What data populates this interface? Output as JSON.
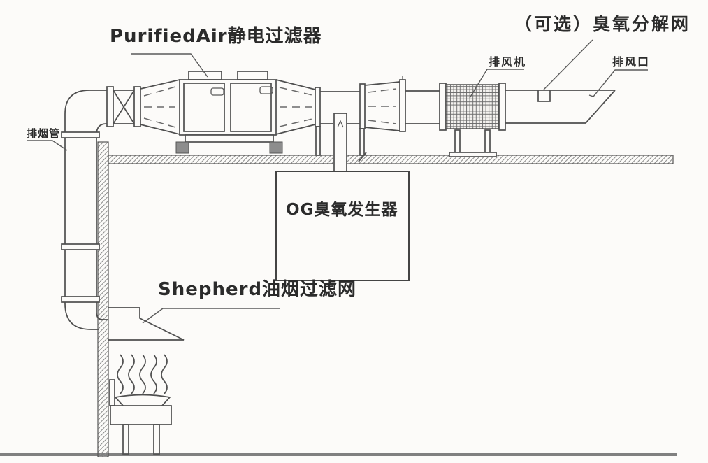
{
  "diagram": {
    "colors": {
      "line": "#4f4f4f",
      "text": "#2b2b2b",
      "background": "#fcfbf9",
      "hatch": "#8f8f8f",
      "floor": "#808080"
    },
    "labels": {
      "electrostatic_filter": "PurifiedAir静电过滤器",
      "optional_ozone_net": "（可选）臭氧分解网",
      "exhaust_fan": "排风机",
      "exhaust_outlet": "排风口",
      "smoke_duct": "排烟管",
      "ozone_generator": "OG臭氧发生器",
      "grease_filter": "Shepherd油烟过滤网"
    }
  }
}
